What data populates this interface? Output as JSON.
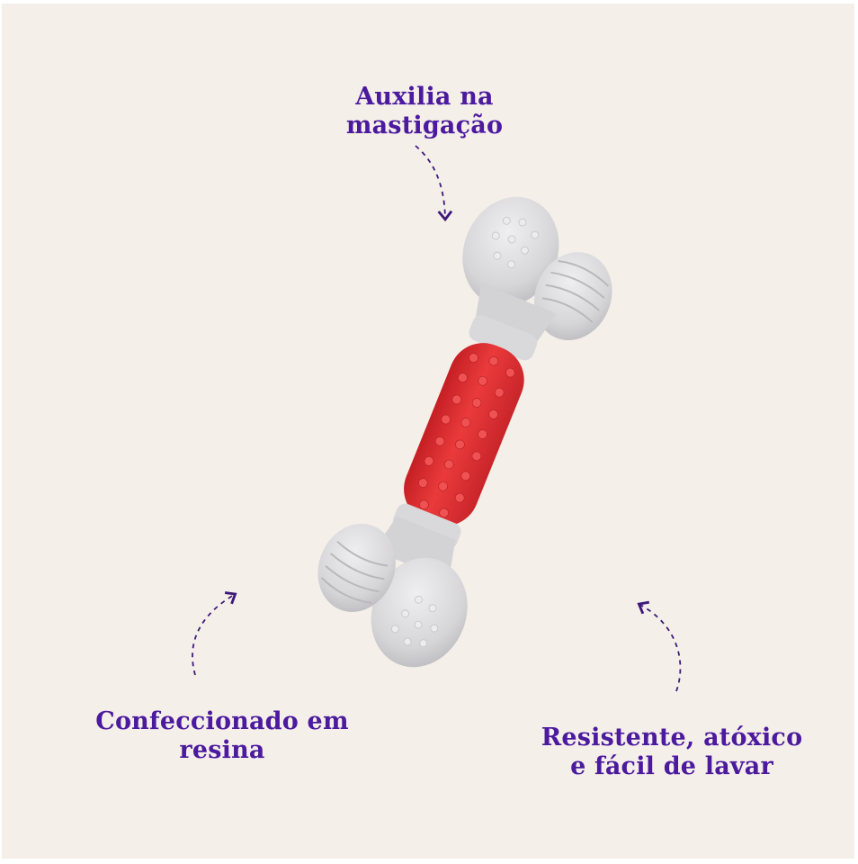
{
  "captions": {
    "top": {
      "line1": "Auxilia na",
      "line2": "mastigação"
    },
    "left": {
      "line1": "Confeccionado em",
      "line2": "resina"
    },
    "right": {
      "line1": "Resistente, atóxico",
      "line2": "e fácil de lavar"
    }
  },
  "colors": {
    "background": "#f5efea",
    "text": "#4b1a9e",
    "arrow": "#3d1a7a",
    "toy_body": "#e03436",
    "toy_ends": "#d9d8da"
  },
  "product": {
    "image_name": "dog-chew-bone-toy"
  }
}
